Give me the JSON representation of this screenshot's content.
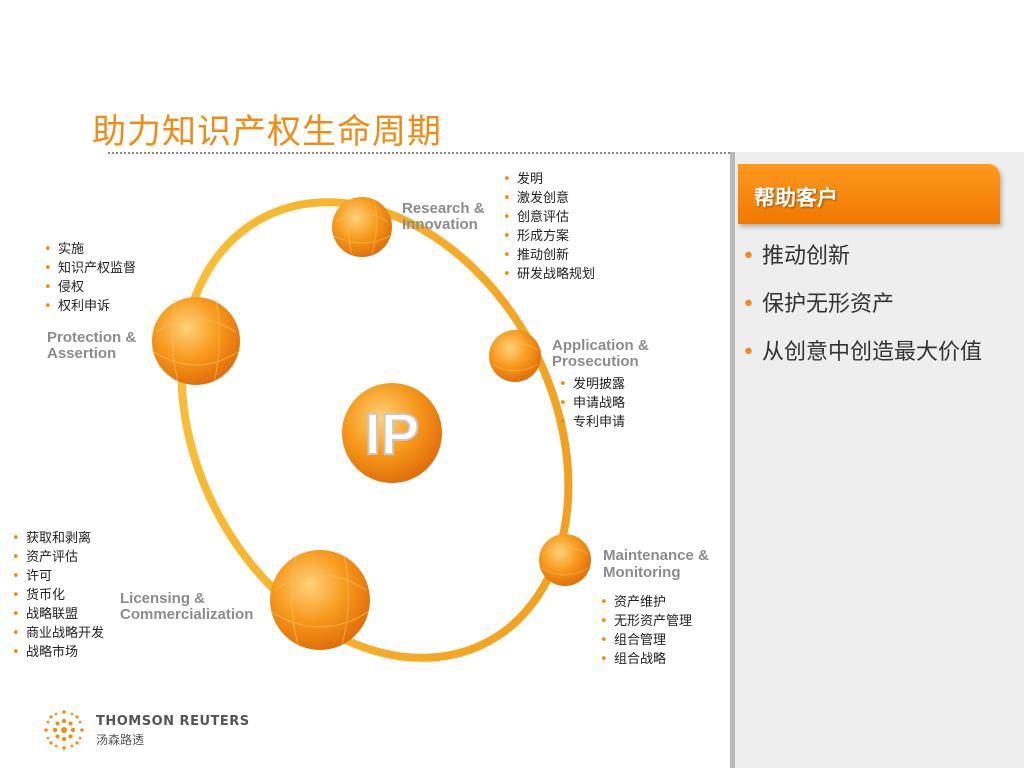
{
  "title": "助力知识产权生命周期",
  "panel": {
    "header": "帮助客户",
    "items": [
      "推动创新",
      "保护无形资产",
      "从创意中创造最大价值"
    ]
  },
  "center": "IP",
  "stages": {
    "research": {
      "line1": "Research &",
      "line2": "Innovation",
      "bullets": [
        "发明",
        "激发创意",
        "创意评估",
        "形成方案",
        "推动创新",
        "研发战略规划"
      ]
    },
    "application": {
      "line1": "Application &",
      "line2": "Prosecution",
      "bullets": [
        "发明披露",
        "申请战略",
        "专利申请"
      ]
    },
    "maintenance": {
      "line1": "Maintenance &",
      "line2": "Monitoring",
      "bullets": [
        "资产维护",
        "无形资产管理",
        "组合管理",
        "组合战略"
      ]
    },
    "licensing": {
      "line1": "Licensing &",
      "line2": "Commercialization",
      "bullets": [
        "获取和剥离",
        "资产评估",
        "许可",
        "货币化",
        "战略联盟",
        "商业战略开发",
        "战略市场"
      ]
    },
    "protection": {
      "line1": "Protection &",
      "line2": "Assertion",
      "bullets": [
        "实施",
        "知识产权监督",
        "侵权",
        "权利申诉"
      ]
    }
  },
  "logo": {
    "name": "THOMSON REUTERS",
    "chinese": "汤森路透"
  },
  "colors": {
    "accent": "#f08c14",
    "ring": "#f7b21e",
    "panel": "#eeeeee"
  }
}
